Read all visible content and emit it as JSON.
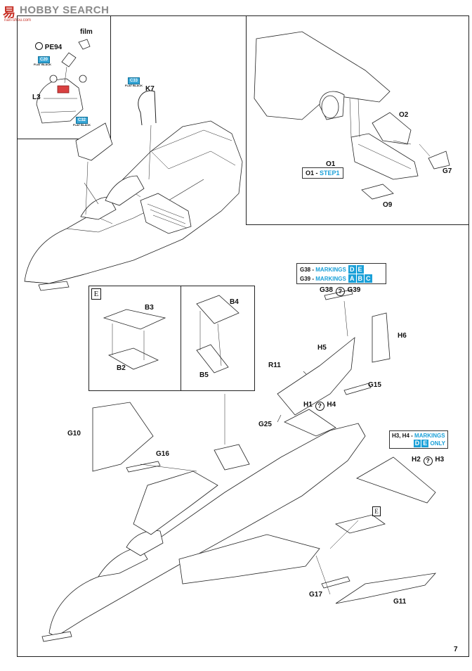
{
  "watermark": {
    "logo_text": "易",
    "title": "HOBBY SEARCH",
    "subtitle": "nan-shou.com"
  },
  "page_number": "7",
  "left_inset": {
    "film": "film",
    "pe94": "PE94",
    "l3": "L3",
    "chip_top": "C20",
    "chip_top_note": "FLAT BLACK",
    "chip_bottom": "C32",
    "chip_bottom_note": "FLAT BLACK",
    "k7": "K7",
    "chip_k7": "C33",
    "chip_k7_note": "FLAT BLACK"
  },
  "right_inset": {
    "o1": "O1",
    "o1_note_prefix": "O1 -",
    "o1_note_step": "STEP1",
    "o2": "O2",
    "g7": "G7",
    "o9": "O9"
  },
  "markings_box": {
    "line1_prefix": "G38 -",
    "line1_label": "MARKINGS",
    "line1_badges": [
      "D",
      "E"
    ],
    "line2_prefix": "G39 -",
    "line2_label": "MARKINGS",
    "line2_badges": [
      "A",
      "B",
      "C"
    ]
  },
  "tail": {
    "g38": "G38",
    "g39": "G39",
    "h6": "H6",
    "h5": "H5",
    "r11": "R11",
    "g15": "G15",
    "h1": "H1",
    "h4": "H4",
    "g25": "G25"
  },
  "stabilizer": {
    "note_prefix": "H3, H4 -",
    "note_label": "MARKINGS",
    "note_badges": [
      "D",
      "E"
    ],
    "note_suffix": "ONLY",
    "h2": "H2",
    "h3": "H3"
  },
  "panels": {
    "left_tag": "E",
    "b3": "B3",
    "b2": "B2",
    "b4": "B4",
    "b5": "B5"
  },
  "lower": {
    "g10": "G10",
    "g16": "G16",
    "g17": "G17",
    "g11": "G11",
    "e_tag": "E"
  },
  "question_symbol": "?"
}
